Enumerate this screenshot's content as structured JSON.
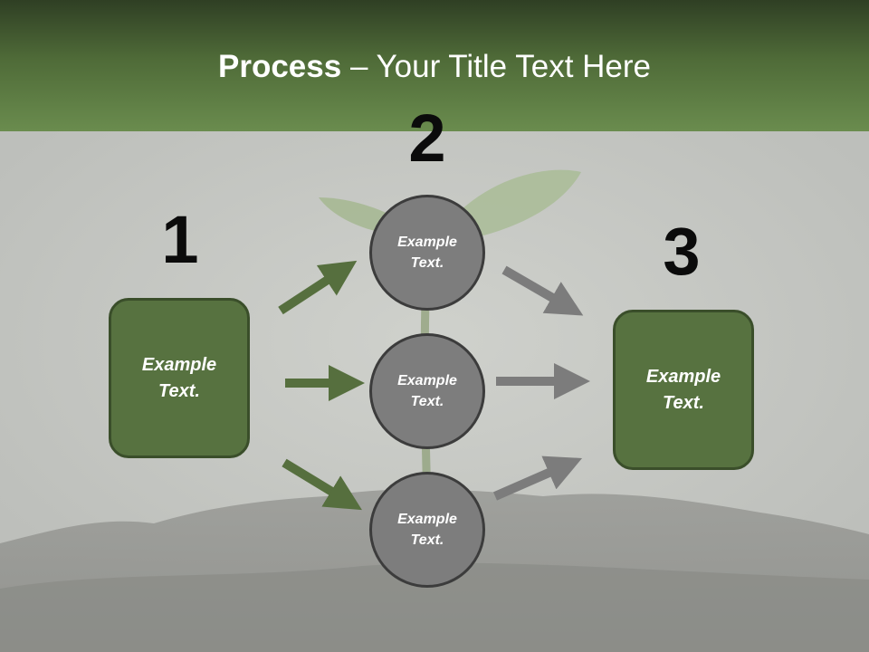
{
  "title": {
    "bold": "Process",
    "rest": " – Your Title Text Here"
  },
  "steps": [
    "1",
    "2",
    "3"
  ],
  "boxes": {
    "left": "Example\nText.",
    "right": "Example\nText."
  },
  "circles": [
    "Example\nText.",
    "Example\nText.",
    "Example\nText."
  ],
  "colors": {
    "title_bar": "#577240",
    "box_fill": "#577240",
    "green_arrow": "#566f3e",
    "gray_arrow": "#7c7c7c",
    "circle_fill": "#7d7d7d"
  }
}
